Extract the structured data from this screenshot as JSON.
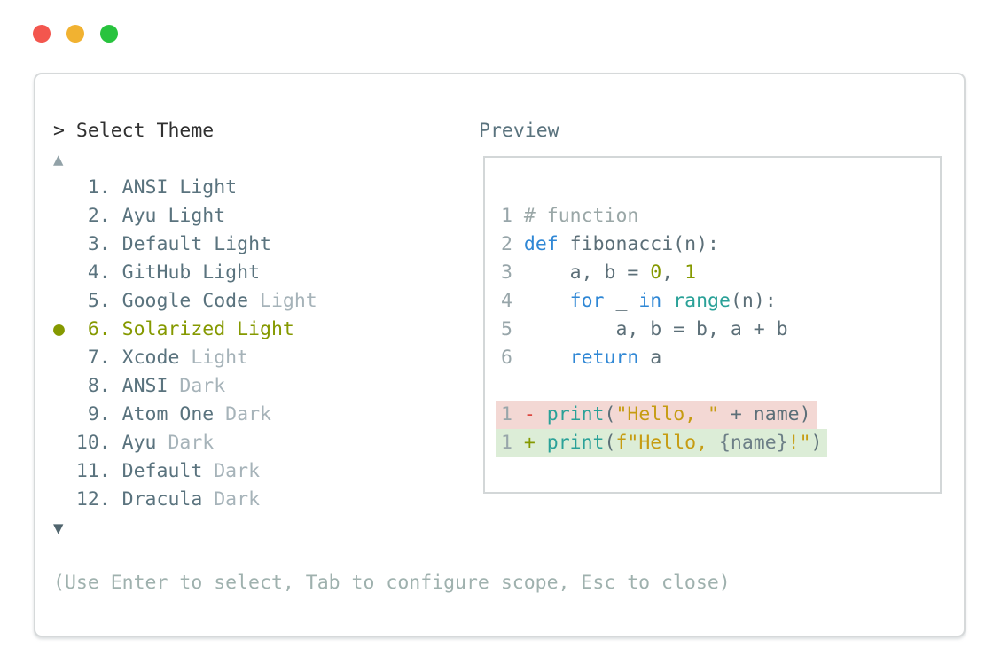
{
  "window_controls": {
    "close_color": "#f3564e",
    "minimize_color": "#f1b231",
    "zoom_color": "#28c33e"
  },
  "selector": {
    "title": "> Select Theme",
    "scroll_up_icon": "▲",
    "scroll_down_icon": "▼",
    "help_text": "(Use Enter to select, Tab to configure scope, Esc to close)",
    "selected_theme": "Solarized Light",
    "themes": [
      {
        "num": "1",
        "name": "ANSI",
        "variant": "Light",
        "variant_dim": false,
        "selected": false
      },
      {
        "num": "2",
        "name": "Ayu",
        "variant": "Light",
        "variant_dim": false,
        "selected": false
      },
      {
        "num": "3",
        "name": "Default",
        "variant": "Light",
        "variant_dim": false,
        "selected": false
      },
      {
        "num": "4",
        "name": "GitHub",
        "variant": "Light",
        "variant_dim": false,
        "selected": false
      },
      {
        "num": "5",
        "name": "Google Code",
        "variant": "Light",
        "variant_dim": true,
        "selected": false
      },
      {
        "num": "6",
        "name": "Solarized",
        "variant": "Light",
        "variant_dim": false,
        "selected": true
      },
      {
        "num": "7",
        "name": "Xcode",
        "variant": "Light",
        "variant_dim": true,
        "selected": false
      },
      {
        "num": "8",
        "name": "ANSI",
        "variant": "Dark",
        "variant_dim": true,
        "selected": false
      },
      {
        "num": "9",
        "name": "Atom One",
        "variant": "Dark",
        "variant_dim": true,
        "selected": false
      },
      {
        "num": "10",
        "name": "Ayu",
        "variant": "Dark",
        "variant_dim": true,
        "selected": false
      },
      {
        "num": "11",
        "name": "Default",
        "variant": "Dark",
        "variant_dim": true,
        "selected": false
      },
      {
        "num": "12",
        "name": "Dracula",
        "variant": "Dark",
        "variant_dim": true,
        "selected": false
      }
    ]
  },
  "preview": {
    "label": "Preview",
    "lines": [
      {
        "type": "code",
        "tokens": [
          {
            "t": "1 ",
            "c": "lineno"
          },
          {
            "t": "# function",
            "c": "comment"
          }
        ]
      },
      {
        "type": "code",
        "tokens": [
          {
            "t": "2 ",
            "c": "lineno"
          },
          {
            "t": "def",
            "c": "keyword"
          },
          {
            "t": " fibonacci(n):",
            "c": "code"
          }
        ]
      },
      {
        "type": "code",
        "tokens": [
          {
            "t": "3 ",
            "c": "lineno"
          },
          {
            "t": "    a, b = ",
            "c": "code"
          },
          {
            "t": "0",
            "c": "number"
          },
          {
            "t": ", ",
            "c": "code"
          },
          {
            "t": "1",
            "c": "number"
          }
        ]
      },
      {
        "type": "code",
        "tokens": [
          {
            "t": "4 ",
            "c": "lineno"
          },
          {
            "t": "    ",
            "c": "code"
          },
          {
            "t": "for",
            "c": "keyword"
          },
          {
            "t": " _ ",
            "c": "code"
          },
          {
            "t": "in",
            "c": "keyword"
          },
          {
            "t": " ",
            "c": "code"
          },
          {
            "t": "range",
            "c": "function"
          },
          {
            "t": "(n):",
            "c": "code"
          }
        ]
      },
      {
        "type": "code",
        "tokens": [
          {
            "t": "5 ",
            "c": "lineno"
          },
          {
            "t": "        a, b = b, a + b",
            "c": "code"
          }
        ]
      },
      {
        "type": "code",
        "tokens": [
          {
            "t": "6 ",
            "c": "lineno"
          },
          {
            "t": "    ",
            "c": "code"
          },
          {
            "t": "return",
            "c": "keyword"
          },
          {
            "t": " a",
            "c": "code"
          }
        ]
      },
      {
        "type": "blank",
        "tokens": []
      },
      {
        "type": "removed",
        "tokens": [
          {
            "t": "1 ",
            "c": "lineno"
          },
          {
            "t": "- ",
            "c": "minus"
          },
          {
            "t": "print",
            "c": "function"
          },
          {
            "t": "(",
            "c": "code"
          },
          {
            "t": "\"Hello, \"",
            "c": "string"
          },
          {
            "t": " + name)",
            "c": "code"
          }
        ]
      },
      {
        "type": "added",
        "tokens": [
          {
            "t": "1 ",
            "c": "lineno"
          },
          {
            "t": "+ ",
            "c": "plus"
          },
          {
            "t": "print",
            "c": "function"
          },
          {
            "t": "(",
            "c": "code"
          },
          {
            "t": "f\"Hello, ",
            "c": "string"
          },
          {
            "t": "{name}",
            "c": "interpolation"
          },
          {
            "t": "!\"",
            "c": "string"
          },
          {
            "t": ")",
            "c": "code"
          }
        ]
      }
    ]
  },
  "colors": {
    "title": "#303030",
    "item": "#5a737e",
    "item_dim": "#a6b3b9",
    "selected": "#859900",
    "scroll_up": "#92a2a8",
    "scroll_down": "#51656e",
    "help": "#9fb1ae",
    "preview_label": "#5a737e",
    "lineno": "#98a6aa",
    "comment": "#9aa7a7",
    "keyword": "#2f87d5",
    "function": "#2aa198",
    "number": "#859900",
    "string": "#c69c12",
    "code": "#5c6f78",
    "minus": "#dc463f",
    "plus": "#859900",
    "interpolation": "#6d7f87",
    "removed_bg": "#f3d8d4",
    "added_bg": "#dcedd7"
  }
}
